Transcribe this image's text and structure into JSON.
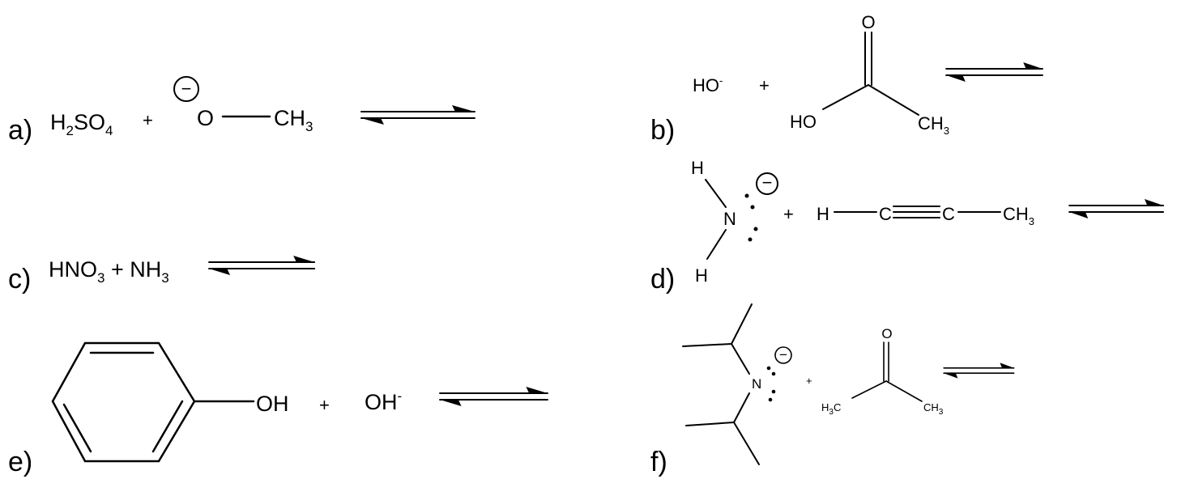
{
  "reactions": {
    "a": {
      "label": "a)",
      "r1_a": "H",
      "r1_sub1": "2",
      "r1_b": "SO",
      "r1_sub2": "4",
      "plus": "+",
      "charge": "−",
      "o": "O",
      "me": "CH",
      "me_sub": "3"
    },
    "b": {
      "label": "b)",
      "base": "HO",
      "base_sup": "-",
      "plus": "+",
      "o": "O",
      "ho": "HO",
      "me": "CH",
      "me_sub": "3"
    },
    "c": {
      "label": "c)",
      "r1_a": "HNO",
      "r1_sub": "3",
      "mid": " + NH",
      "r2_sub": "3"
    },
    "d": {
      "label": "d)",
      "h1": "H",
      "n": "N",
      "h2": "H",
      "charge": "−",
      "plus": "+",
      "h": "H",
      "c1": "C",
      "c2": "C",
      "me": "CH",
      "me_sub": "3"
    },
    "e": {
      "label": "e)",
      "oh": "OH",
      "plus": "+",
      "base": "OH",
      "base_sup": "-"
    },
    "f": {
      "label": "f)",
      "n": "N",
      "charge": "−",
      "plus": "+",
      "o": "O",
      "me1_a": "H",
      "me1_sub": "3",
      "me1_b": "C",
      "me2": "CH",
      "me2_sub": "3"
    }
  }
}
